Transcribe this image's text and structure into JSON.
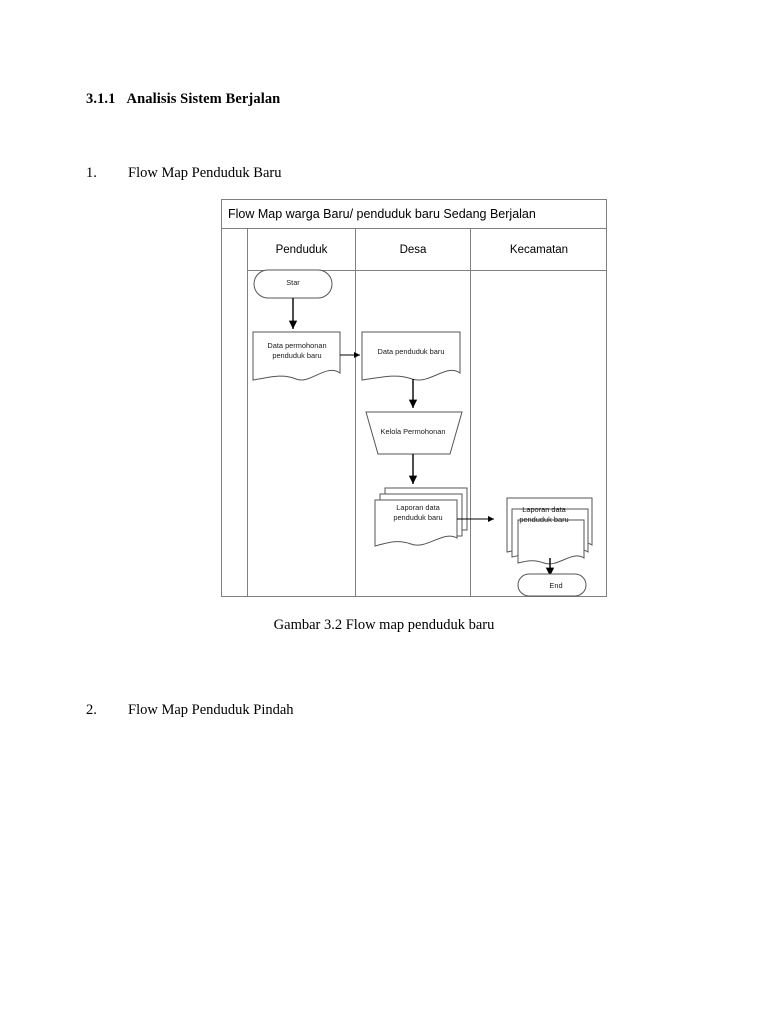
{
  "document": {
    "heading_number": "3.1.1",
    "heading_text": "Analisis Sistem Berjalan",
    "items": [
      {
        "marker": "1.",
        "label": "Flow Map Penduduk Baru"
      },
      {
        "marker": "2.",
        "label": "Flow Map Penduduk Pindah"
      }
    ],
    "figure_caption": "Gambar 3.2 Flow map penduduk baru"
  },
  "flowmap": {
    "title": "Flow Map warga Baru/ penduduk baru Sedang Berjalan",
    "columns": [
      {
        "label": "Penduduk"
      },
      {
        "label": "Desa"
      },
      {
        "label": "Kecamatan"
      }
    ],
    "nodes": [
      {
        "id": "start",
        "column": "Penduduk",
        "shape": "terminator",
        "label": "Star"
      },
      {
        "id": "permohonan",
        "column": "Penduduk",
        "shape": "document",
        "label": "Data permohonan\npenduduk baru"
      },
      {
        "id": "data-baru",
        "column": "Desa",
        "shape": "document",
        "label": "Data penduduk baru"
      },
      {
        "id": "kelola",
        "column": "Desa",
        "shape": "trapezoid",
        "label": "Kelola Permohonan"
      },
      {
        "id": "laporan-desa",
        "column": "Desa",
        "shape": "multidocument",
        "label": "Laporan data\npenduduk baru"
      },
      {
        "id": "laporan-kec",
        "column": "Kecamatan",
        "shape": "multidocument",
        "label": "Laporan data\npenduduk baru"
      },
      {
        "id": "end",
        "column": "Kecamatan",
        "shape": "terminator",
        "label": "End"
      }
    ],
    "edges": [
      {
        "from": "start",
        "to": "permohonan",
        "direction": "down"
      },
      {
        "from": "permohonan",
        "to": "data-baru",
        "direction": "right"
      },
      {
        "from": "data-baru",
        "to": "kelola",
        "direction": "down"
      },
      {
        "from": "kelola",
        "to": "laporan-desa",
        "direction": "down"
      },
      {
        "from": "laporan-desa",
        "to": "laporan-kec",
        "direction": "right"
      },
      {
        "from": "laporan-kec",
        "to": "end",
        "direction": "down"
      }
    ],
    "colors": {
      "border": "#808080",
      "shape_stroke": "#555555",
      "connector": "#000000",
      "page_background": "#ffffff"
    }
  }
}
